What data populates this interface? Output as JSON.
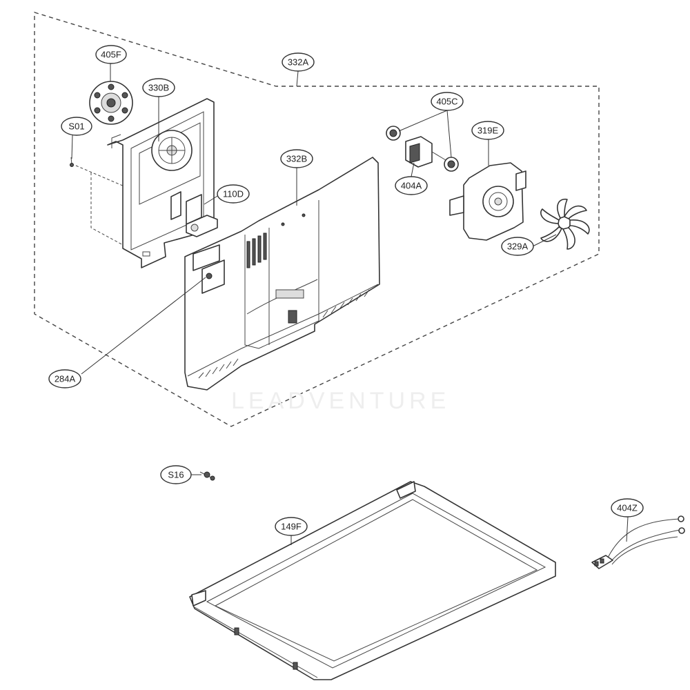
{
  "diagram": {
    "callouts": {
      "c405F": "405F",
      "c330B": "330B",
      "cS01": "S01",
      "c110D": "110D",
      "c332A": "332A",
      "c332B": "332B",
      "c405C": "405C",
      "c319E": "319E",
      "c404A": "404A",
      "c329A": "329A",
      "c284A": "284A",
      "cS16": "S16",
      "c149F": "149F",
      "c404Z": "404Z"
    },
    "watermark": "LEADVENTURE"
  }
}
